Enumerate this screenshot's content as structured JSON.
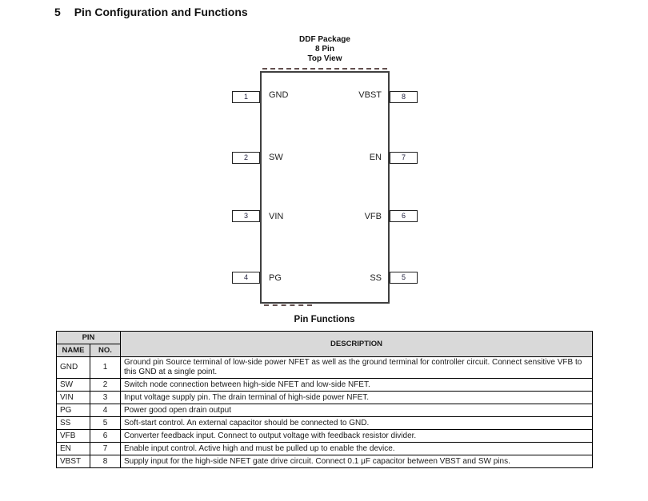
{
  "page": {
    "section_number": "5",
    "section_title": "Pin Configuration and Functions"
  },
  "diagram": {
    "package_title_line1": "DDF Package",
    "package_title_line2": "8 Pin",
    "package_title_line3": "Top View",
    "left_pins": [
      {
        "number": "1",
        "label": "GND"
      },
      {
        "number": "2",
        "label": "SW"
      },
      {
        "number": "3",
        "label": "VIN"
      },
      {
        "number": "4",
        "label": "PG"
      }
    ],
    "right_pins": [
      {
        "number": "8",
        "label": "VBST"
      },
      {
        "number": "7",
        "label": "EN"
      },
      {
        "number": "6",
        "label": "VFB"
      },
      {
        "number": "5",
        "label": "SS"
      }
    ]
  },
  "table": {
    "title": "Pin Functions",
    "header": {
      "pin_group": "PIN",
      "name": "NAME",
      "no": "NO.",
      "description": "DESCRIPTION"
    },
    "rows": [
      {
        "name": "GND",
        "no": "1",
        "description": "Ground pin Source terminal of low-side power NFET as well as the ground terminal for controller circuit. Connect sensitive VFB to this GND at a single point."
      },
      {
        "name": "SW",
        "no": "2",
        "description": "Switch node connection between high-side NFET and low-side NFET."
      },
      {
        "name": "VIN",
        "no": "3",
        "description": "Input voltage supply pin. The drain terminal of high-side power NFET."
      },
      {
        "name": "PG",
        "no": "4",
        "description": "Power good open drain output"
      },
      {
        "name": "SS",
        "no": "5",
        "description": "Soft-start control. An external capacitor should be connected to GND."
      },
      {
        "name": "VFB",
        "no": "6",
        "description": "Converter feedback input. Connect to output voltage with feedback resistor divider."
      },
      {
        "name": "EN",
        "no": "7",
        "description": "Enable input control. Active high and must be pulled up to enable the device."
      },
      {
        "name": "VBST",
        "no": "8",
        "description": "Supply input for the high-side NFET gate drive circuit. Connect 0.1 μF capacitor between VBST and SW pins."
      }
    ]
  },
  "colors": {
    "header_bg": "#d9d9d9",
    "table_border": "#000000",
    "package_border": "#3f3f3f",
    "text": "#1a1a1a"
  }
}
